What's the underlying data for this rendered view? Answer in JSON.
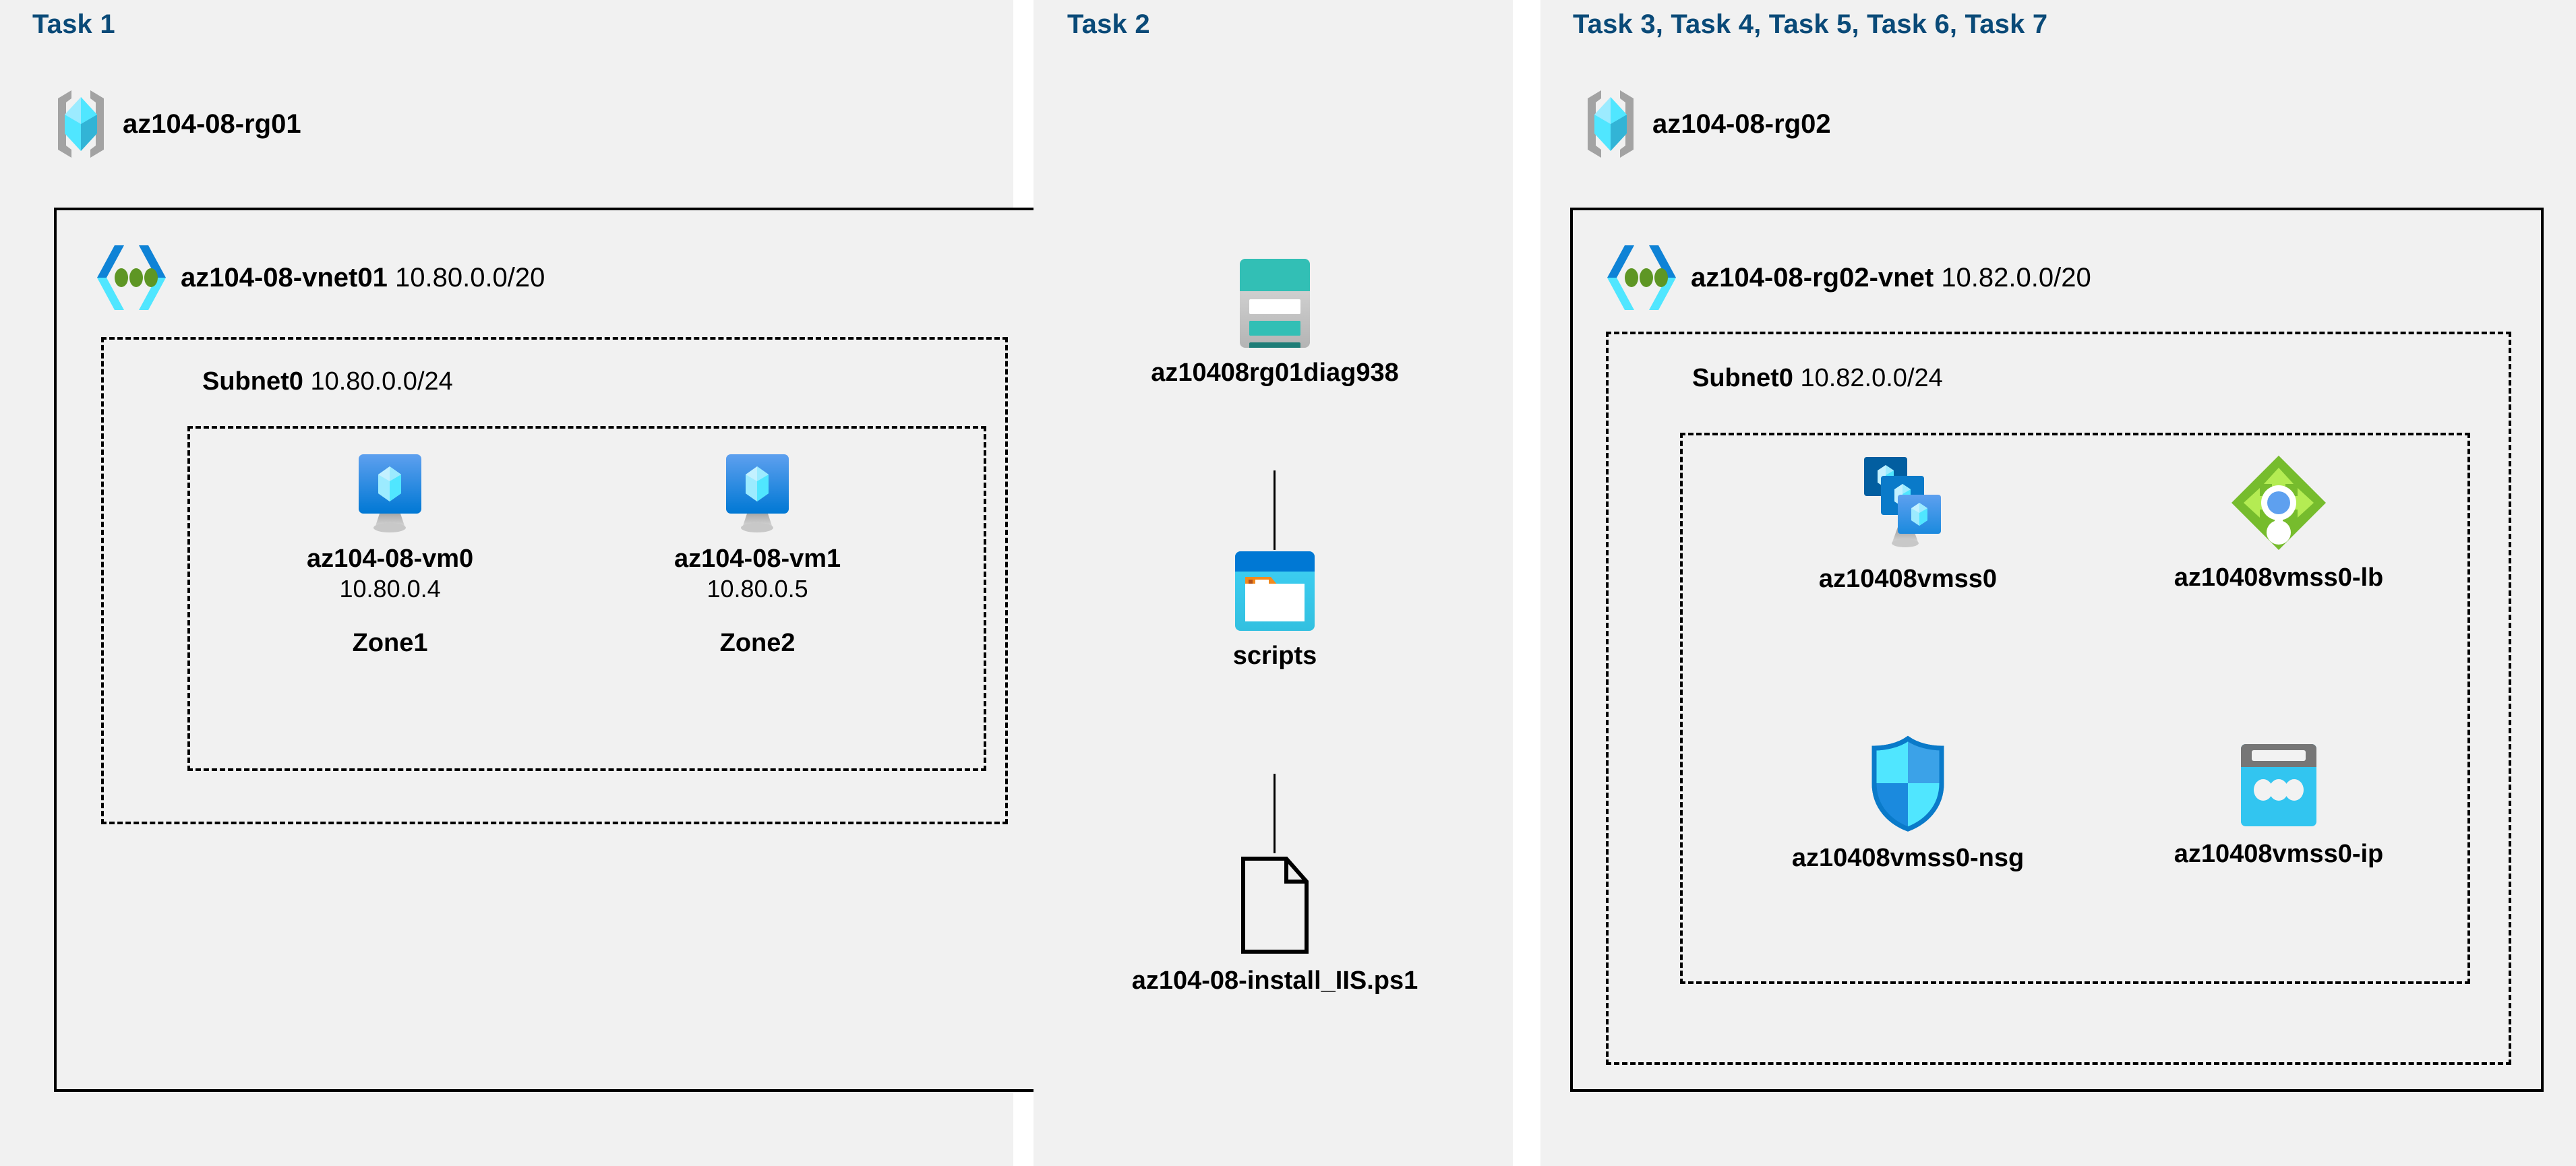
{
  "panels": [
    {
      "title": "Task 1",
      "resource_group": {
        "name": "az104-08-rg01",
        "icon": "resource-group-icon"
      },
      "vnet": {
        "name": "az104-08-vnet01",
        "cidr": "10.80.0.0/20",
        "icon": "virtual-network-icon"
      },
      "subnet": {
        "name": "Subnet0",
        "cidr": "10.80.0.0/24"
      },
      "nodes": [
        {
          "icon": "virtual-machine-icon",
          "label": "az104-08-vm0",
          "ip": "10.80.0.4",
          "zone": "Zone1"
        },
        {
          "icon": "virtual-machine-icon",
          "label": "az104-08-vm1",
          "ip": "10.80.0.5",
          "zone": "Zone2"
        }
      ]
    },
    {
      "title": "Task 2",
      "nodes": [
        {
          "icon": "storage-account-icon",
          "label": "az10408rg01diag938"
        },
        {
          "icon": "blob-container-icon",
          "label": "scripts"
        },
        {
          "icon": "file-icon",
          "label": "az104-08-install_IIS.ps1"
        }
      ]
    },
    {
      "title": "Task 3, Task 4, Task 5, Task 6, Task 7",
      "resource_group": {
        "name": "az104-08-rg02",
        "icon": "resource-group-icon"
      },
      "vnet": {
        "name": "az104-08-rg02-vnet",
        "cidr": "10.82.0.0/20",
        "icon": "virtual-network-icon"
      },
      "subnet": {
        "name": "Subnet0",
        "cidr": "10.82.0.0/24"
      },
      "nodes": [
        {
          "icon": "vm-scale-set-icon",
          "label": "az10408vmss0"
        },
        {
          "icon": "load-balancer-icon",
          "label": "az10408vmss0-lb"
        },
        {
          "icon": "network-security-group-icon",
          "label": "az10408vmss0-nsg"
        },
        {
          "icon": "public-ip-address-icon",
          "label": "az10408vmss0-ip"
        }
      ]
    }
  ],
  "colors": {
    "panel_background": "#f1f1f1",
    "task_title": "#0a4a78",
    "border": "#000000",
    "azure_blue": "#0078d4",
    "azure_cyan": "#50e6ff",
    "storage_teal": "#32bfb5",
    "lb_green": "#76bc2d",
    "nsg_blue": "#32b4f5"
  }
}
